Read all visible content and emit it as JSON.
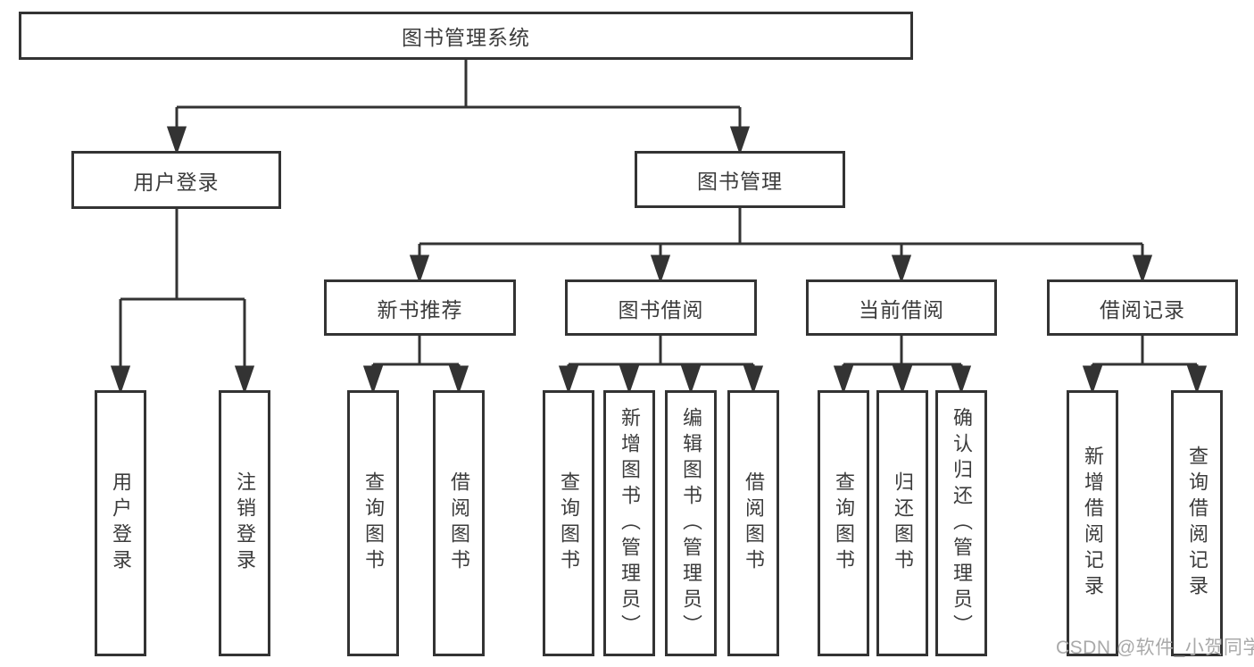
{
  "diagram_title": "图书管理系统",
  "tree": {
    "root": {
      "label": "图书管理系统",
      "children": [
        {
          "label": "用户登录",
          "children": [
            {
              "label": "用户登录"
            },
            {
              "label": "注销登录"
            }
          ]
        },
        {
          "label": "图书管理",
          "children": [
            {
              "label": "新书推荐",
              "children": [
                {
                  "label": "查询图书"
                },
                {
                  "label": "借阅图书"
                }
              ]
            },
            {
              "label": "图书借阅",
              "children": [
                {
                  "label": "查询图书"
                },
                {
                  "label": "新增图书（管理员）"
                },
                {
                  "label": "编辑图书（管理员）"
                },
                {
                  "label": "借阅图书"
                }
              ]
            },
            {
              "label": "当前借阅",
              "children": [
                {
                  "label": "查询图书"
                },
                {
                  "label": "归还图书"
                },
                {
                  "label": "确认归还（管理员）"
                }
              ]
            },
            {
              "label": "借阅记录",
              "children": [
                {
                  "label": "新增借阅记录"
                },
                {
                  "label": "查询借阅记录"
                }
              ]
            }
          ]
        }
      ]
    }
  },
  "watermark": "CSDN @软件_小贺同学",
  "colors": {
    "line": "#333333",
    "box_border": "#333333",
    "text": "#3c3c3c",
    "background": "#ffffff",
    "watermark": "#a9a9a9"
  }
}
